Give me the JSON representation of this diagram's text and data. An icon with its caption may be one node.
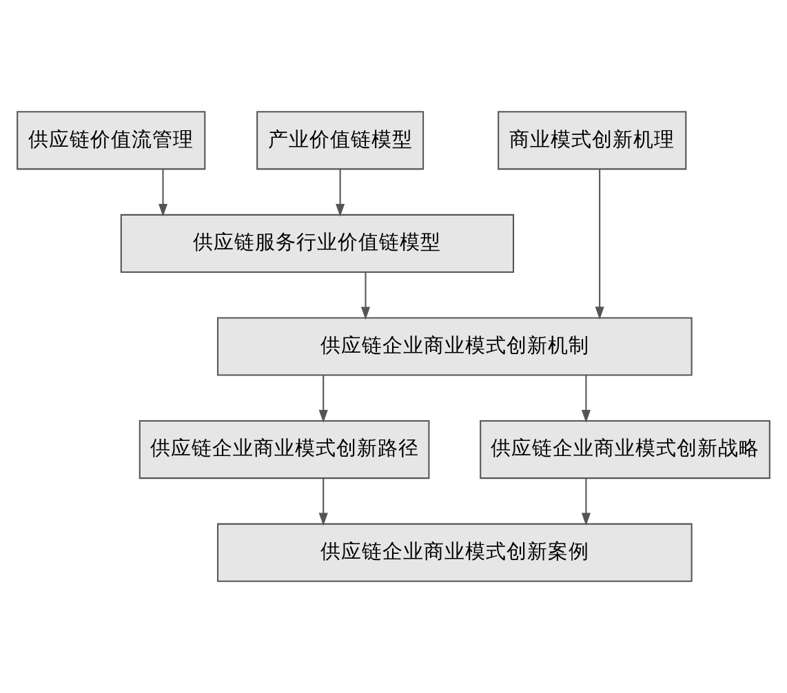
{
  "diagram": {
    "nodes": [
      {
        "text": [
          "供应链价值流管理"
        ]
      },
      {
        "text": [
          "产业价值链模型"
        ]
      },
      {
        "text": [
          "商业模式创新机理"
        ]
      },
      {
        "text": [
          "供应链服务行业价值链模型"
        ]
      },
      {
        "text": [
          "供应链企业商业模式创新机制"
        ]
      },
      {
        "text": [
          "供应链企业商业模式创新路径"
        ]
      },
      {
        "text": [
          "供应链企业商业模式创新战略"
        ]
      },
      {
        "text": [
          "供应链企业商业模式创新案例"
        ]
      }
    ],
    "edges": [
      {
        "from": 0,
        "to": 3,
        "arrow": "to"
      },
      {
        "from": 1,
        "to": 3,
        "arrow": "to"
      },
      {
        "from": 2,
        "to": 4,
        "arrow": "to"
      },
      {
        "from": 3,
        "to": 4,
        "arrow": "to"
      },
      {
        "from": 4,
        "to": 5,
        "arrow": "to"
      },
      {
        "from": 4,
        "to": 6,
        "arrow": "to"
      },
      {
        "from": 5,
        "to": 7,
        "arrow": "to"
      },
      {
        "from": 6,
        "to": 7,
        "arrow": "to"
      }
    ]
  }
}
